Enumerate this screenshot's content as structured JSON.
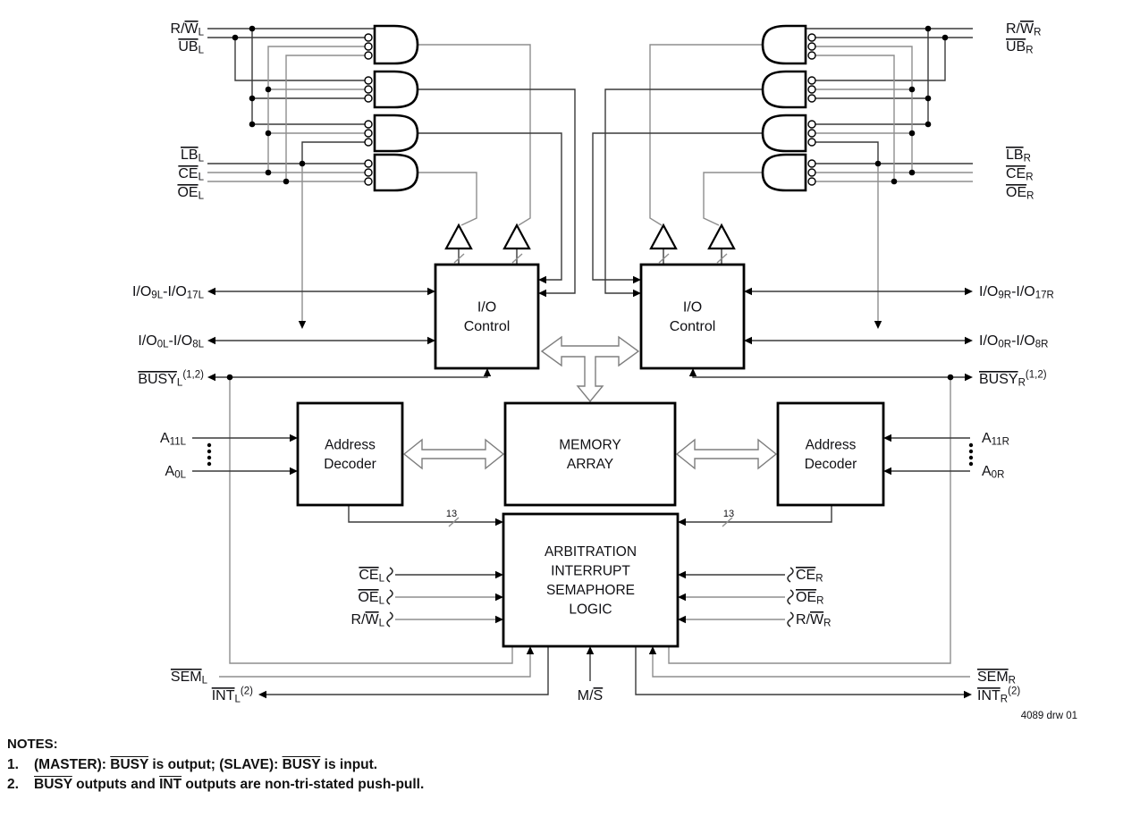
{
  "diagram": {
    "left": {
      "rw": "R/[W]{L}",
      "ub": "[UB]{L}",
      "lb": "[LB]{L}",
      "ce": "[CE]{L}",
      "oe": "[OE]{L}",
      "io_hi": "I/O{9L}-I/O{17L}",
      "io_lo": "I/O{0L}-I/O{8L}",
      "busy": "[BUSY]{L}^(1,2)",
      "a_hi": "A{11L}",
      "a_lo": "A{0L}",
      "arb_ce": "[CE]{L}",
      "arb_oe": "[OE]{L}",
      "arb_rw": "R/[W]{L}",
      "sem": "[SEM]{L}",
      "int": "[INT]{L}^(2)"
    },
    "right": {
      "rw": "R/[W]{R}",
      "ub": "[UB]{R}",
      "lb": "[LB]{R}",
      "ce": "[CE]{R}",
      "oe": "[OE]{R}",
      "io_hi": "I/O{9R}-I/O{17R}",
      "io_lo": "I/O{0R}-I/O{8R}",
      "busy": "[BUSY]{R}^(1,2)",
      "a_hi": "A{11R}",
      "a_lo": "A{0R}",
      "arb_ce": "[CE]{R}",
      "arb_oe": "[OE]{R}",
      "arb_rw": "R/[W]{R}",
      "sem": "[SEM]{R}",
      "int": "[INT]{R}^(2)"
    },
    "blocks": {
      "io_control": "I/O|Control",
      "address_decoder": "Address|Decoder",
      "memory": "MEMORY|ARRAY",
      "arbitration": "ARBITRATION|INTERRUPT|SEMAPHORE|LOGIC"
    },
    "misc": {
      "ms": "M/[S]",
      "bus_width": "13",
      "drw": "4089 drw 01"
    }
  },
  "notes": {
    "title": "NOTES:",
    "items": [
      {
        "num": "1.",
        "text": "(MASTER): [BUSY] is output; (SLAVE): [BUSY] is input."
      },
      {
        "num": "2.",
        "text": "[BUSY] outputs and [INT] outputs are non-tri-stated push-pull."
      }
    ]
  },
  "colors": {
    "wire_dark": "#3a3a3a",
    "wire_gray": "#8e8e8e",
    "outline": "#000000",
    "hollow_arrow": "#7e7e7e",
    "text": "#101014"
  }
}
